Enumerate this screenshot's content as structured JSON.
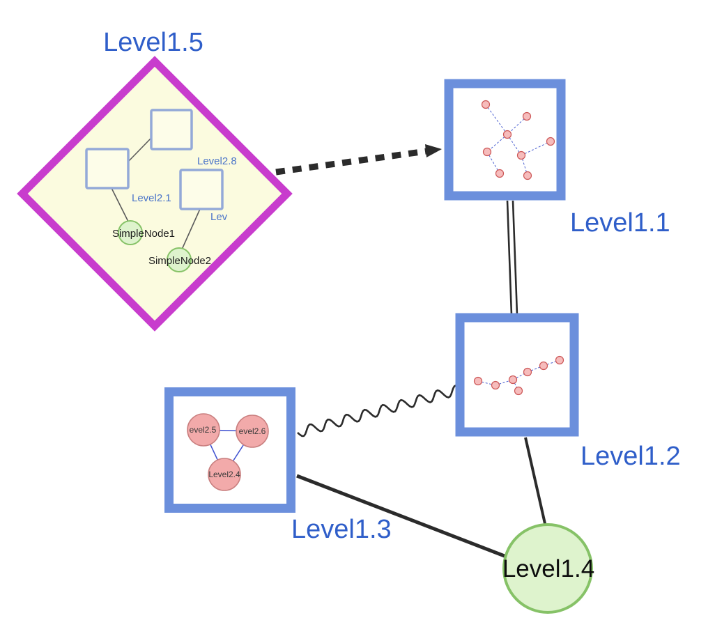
{
  "diagram": {
    "nodes": {
      "level15": {
        "label": "Level1.5",
        "type": "diamond-group"
      },
      "level11": {
        "label": "Level1.1",
        "type": "square-group"
      },
      "level12": {
        "label": "Level1.2",
        "type": "square-group"
      },
      "level13": {
        "label": "Level1.3",
        "type": "square-group"
      },
      "level14": {
        "label": "Level1.4",
        "type": "circle-node"
      }
    },
    "level15_contents": {
      "group_top_label": "Level2.8",
      "group_left_label": "Level2.1",
      "group_right_label": "Lev",
      "simple_node1": "SimpleNode1",
      "simple_node2": "SimpleNode2"
    },
    "level13_contents": {
      "node1": "evel2.5",
      "node2": "evel2.6",
      "node3": "Level2.4"
    },
    "colors": {
      "label_blue": "#2f5ec9",
      "diamond_stroke": "#c83ccd",
      "diamond_fill": "#fbfbdf",
      "group_border_blue": "#6b8fdc",
      "green_fill": "#def3cd",
      "green_stroke": "#86c267",
      "pink_fill": "#f2aaaa",
      "pink_stroke": "#c97f7f",
      "edge_dark": "#2b2b2b",
      "mini_edge_blue": "#4a5fd0"
    }
  }
}
